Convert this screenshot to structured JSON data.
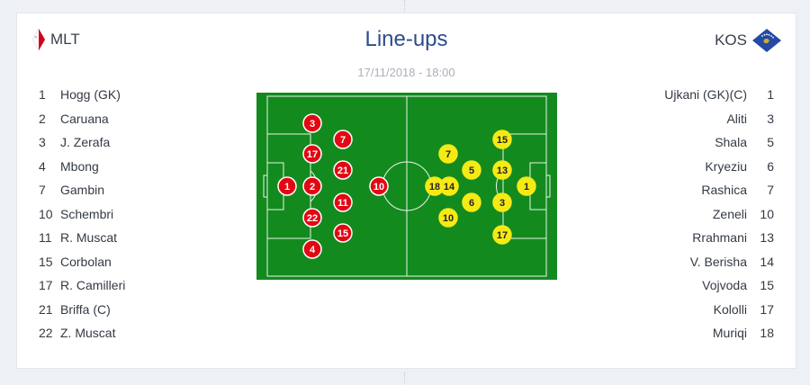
{
  "match": {
    "title": "Line-ups",
    "date": "17/11/2018 - 18:00",
    "home": {
      "code": "MLT",
      "flag": "malta-flag-icon",
      "color": "#d0021b"
    },
    "away": {
      "code": "KOS",
      "flag": "kosovo-flag-icon",
      "color": "#244aa5"
    }
  },
  "home_players": [
    {
      "num": "1",
      "name": "Hogg (GK)"
    },
    {
      "num": "2",
      "name": "Caruana"
    },
    {
      "num": "3",
      "name": "J. Zerafa"
    },
    {
      "num": "4",
      "name": "Mbong"
    },
    {
      "num": "7",
      "name": "Gambin"
    },
    {
      "num": "10",
      "name": "Schembri"
    },
    {
      "num": "11",
      "name": "R. Muscat"
    },
    {
      "num": "15",
      "name": "Corbolan"
    },
    {
      "num": "17",
      "name": "R. Camilleri"
    },
    {
      "num": "21",
      "name": "Briffa (C)"
    },
    {
      "num": "22",
      "name": "Z. Muscat"
    }
  ],
  "away_players": [
    {
      "num": "1",
      "name": "Ujkani (GK)(C)"
    },
    {
      "num": "3",
      "name": "Aliti"
    },
    {
      "num": "5",
      "name": "Shala"
    },
    {
      "num": "6",
      "name": "Kryeziu"
    },
    {
      "num": "7",
      "name": "Rashica"
    },
    {
      "num": "10",
      "name": "Zeneli"
    },
    {
      "num": "13",
      "name": "Rrahmani"
    },
    {
      "num": "14",
      "name": "V. Berisha"
    },
    {
      "num": "15",
      "name": "Vojvoda"
    },
    {
      "num": "17",
      "name": "Kololli"
    },
    {
      "num": "18",
      "name": "Muriqi"
    }
  ],
  "pitch_markers": {
    "home_color": "#e30613",
    "away_color": "#f5ea14",
    "home": [
      "3",
      "17",
      "7",
      "21",
      "1",
      "2",
      "10",
      "11",
      "22",
      "15",
      "4"
    ],
    "away": [
      "7",
      "15",
      "5",
      "13",
      "18",
      "14",
      "1",
      "6",
      "3",
      "10",
      "17"
    ]
  }
}
